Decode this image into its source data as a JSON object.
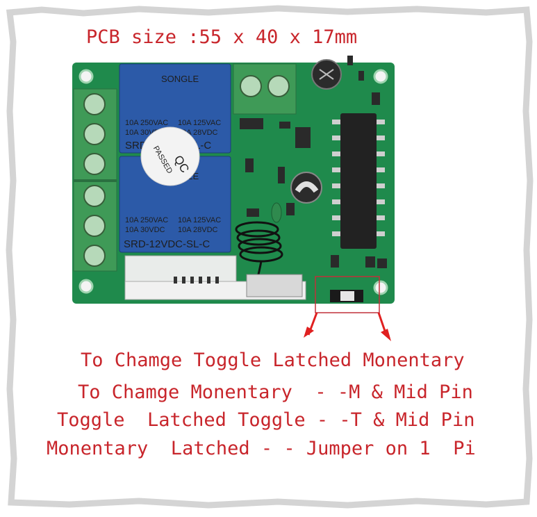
{
  "pcb_size_label": "PCB size :55 x 40 x 17mm",
  "instructions": [
    "To Chamge Toggle Latched Monentary",
    "To Chamge Monentary  - -M & Mid Pin",
    "Toggle  Latched Toggle - -T & Mid Pin",
    "Monentary  Latched - - Jumper on 1  Pi"
  ],
  "relay_top": {
    "brand": "SONGLE",
    "rating_left_1": "10A 250VAC",
    "rating_right_1": "10A 125VAC",
    "rating_left_2": "10A 30VDC",
    "rating_right_2": "10A 28VDC",
    "model": "SRD-12VDC-SL-C"
  },
  "relay_bottom": {
    "brand": "SONGLE",
    "rating_left_1": "10A 250VAC",
    "rating_right_1": "10A 125VAC",
    "rating_left_2": "10A 30VDC",
    "rating_right_2": "10A 28VDC",
    "model": "SRD-12VDC-SL-C"
  },
  "qc_sticker": {
    "line1": "QC",
    "line2": "PASSED"
  },
  "colors": {
    "caption": "#c8252b",
    "pcb_green": "#1f8a4c",
    "relay_blue": "#2c5aa8",
    "terminal_green": "#3f9a57",
    "arrow_red": "#e02020"
  }
}
